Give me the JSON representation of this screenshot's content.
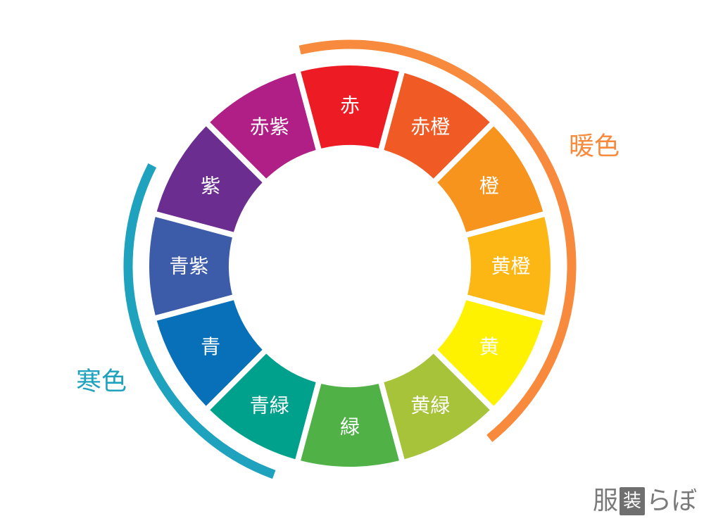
{
  "wheel": {
    "segments": [
      {
        "label": "赤",
        "color": "#ED1C24"
      },
      {
        "label": "赤橙",
        "color": "#F05A24"
      },
      {
        "label": "橙",
        "color": "#F7941D"
      },
      {
        "label": "黄橙",
        "color": "#FDB714"
      },
      {
        "label": "黄",
        "color": "#FFF200"
      },
      {
        "label": "黄緑",
        "color": "#A6C33A"
      },
      {
        "label": "緑",
        "color": "#50B147"
      },
      {
        "label": "青緑",
        "color": "#00A18C"
      },
      {
        "label": "青",
        "color": "#0870B8"
      },
      {
        "label": "青紫",
        "color": "#3C5BA9"
      },
      {
        "label": "紫",
        "color": "#6C2D91"
      },
      {
        "label": "赤紫",
        "color": "#B01F86"
      }
    ]
  },
  "arcs": {
    "warm": {
      "label": "暖色",
      "color": "#F78A3C"
    },
    "cool": {
      "label": "寒色",
      "color": "#1FA2BD"
    }
  },
  "logo": {
    "text_left": "服",
    "text_box": "装",
    "text_right": "らぼ",
    "color": "#7a7a7a"
  }
}
